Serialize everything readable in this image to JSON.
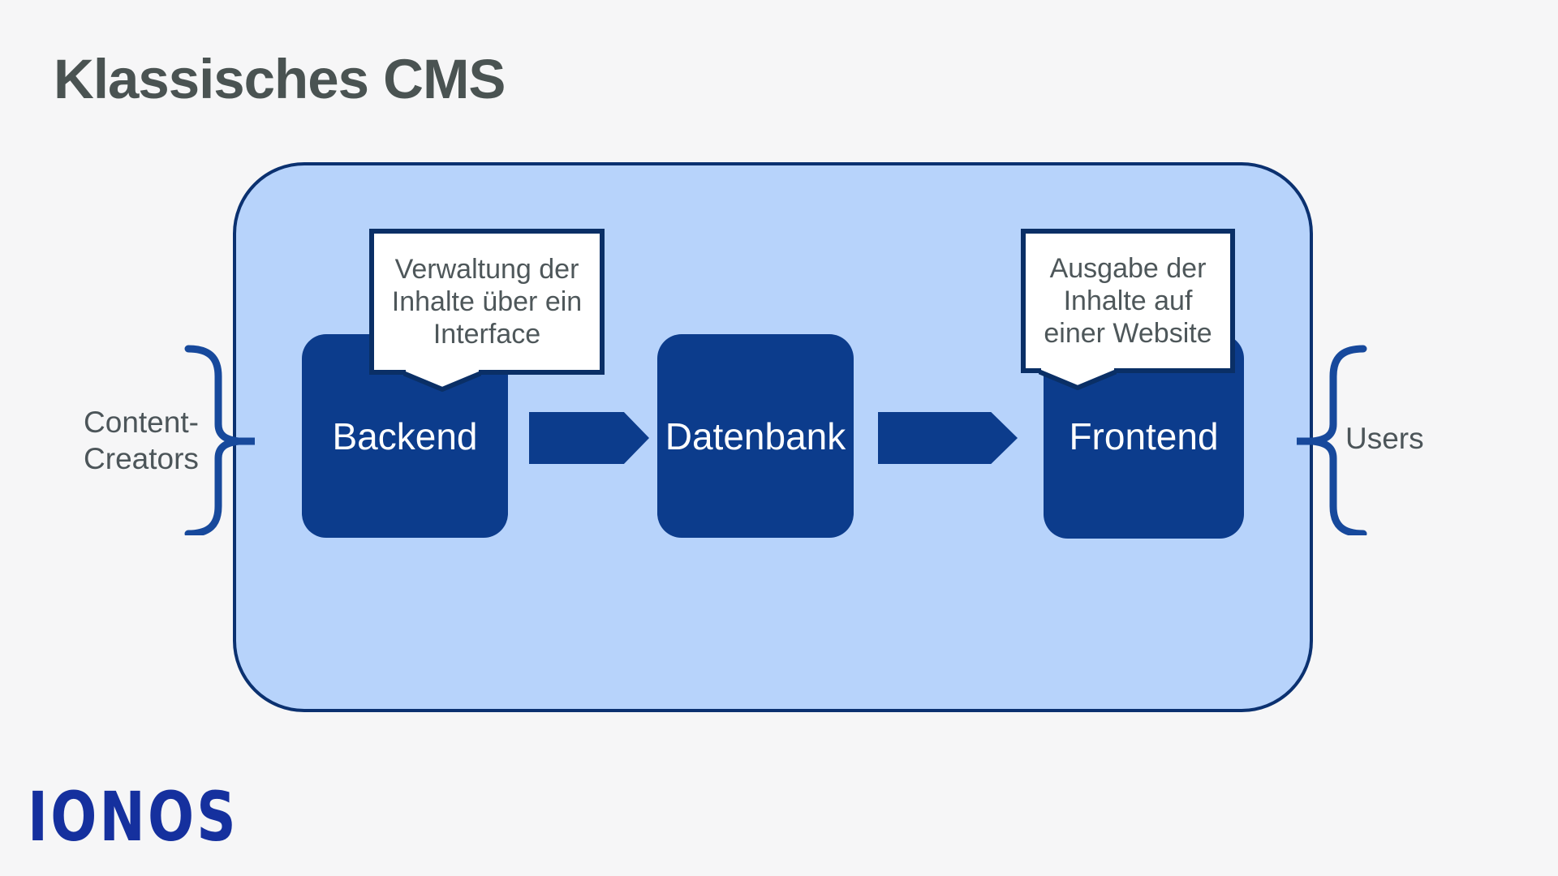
{
  "page": {
    "background_color": "#f6f6f7",
    "title": "Klassisches CMS"
  },
  "diagram": {
    "colors": {
      "container_fill": "#b7d3fb",
      "container_border": "#0b3170",
      "shape_navy": "#0c3c8c",
      "bubble_border": "#0a2f66",
      "text_gray": "#4e575a",
      "box_text": "#ffffff",
      "brace_blue": "#17499c"
    },
    "boxes": [
      {
        "label": "Backend"
      },
      {
        "label": "Datenbank"
      },
      {
        "label": "Frontend"
      }
    ],
    "arrows": [
      {
        "name": "backend-to-datenbank"
      },
      {
        "name": "datenbank-to-frontend"
      }
    ],
    "bubbles": [
      {
        "lines": [
          "Verwaltung der",
          "Inhalte über ein",
          "Interface"
        ]
      },
      {
        "lines": [
          "Ausgabe der",
          "Inhalte auf",
          "einer Website"
        ]
      }
    ],
    "left_label": {
      "line1": "Content-",
      "line2": "Creators"
    },
    "right_label": "Users"
  },
  "footer": {
    "logo_text": "IONOS",
    "logo_color": "#15309e"
  }
}
